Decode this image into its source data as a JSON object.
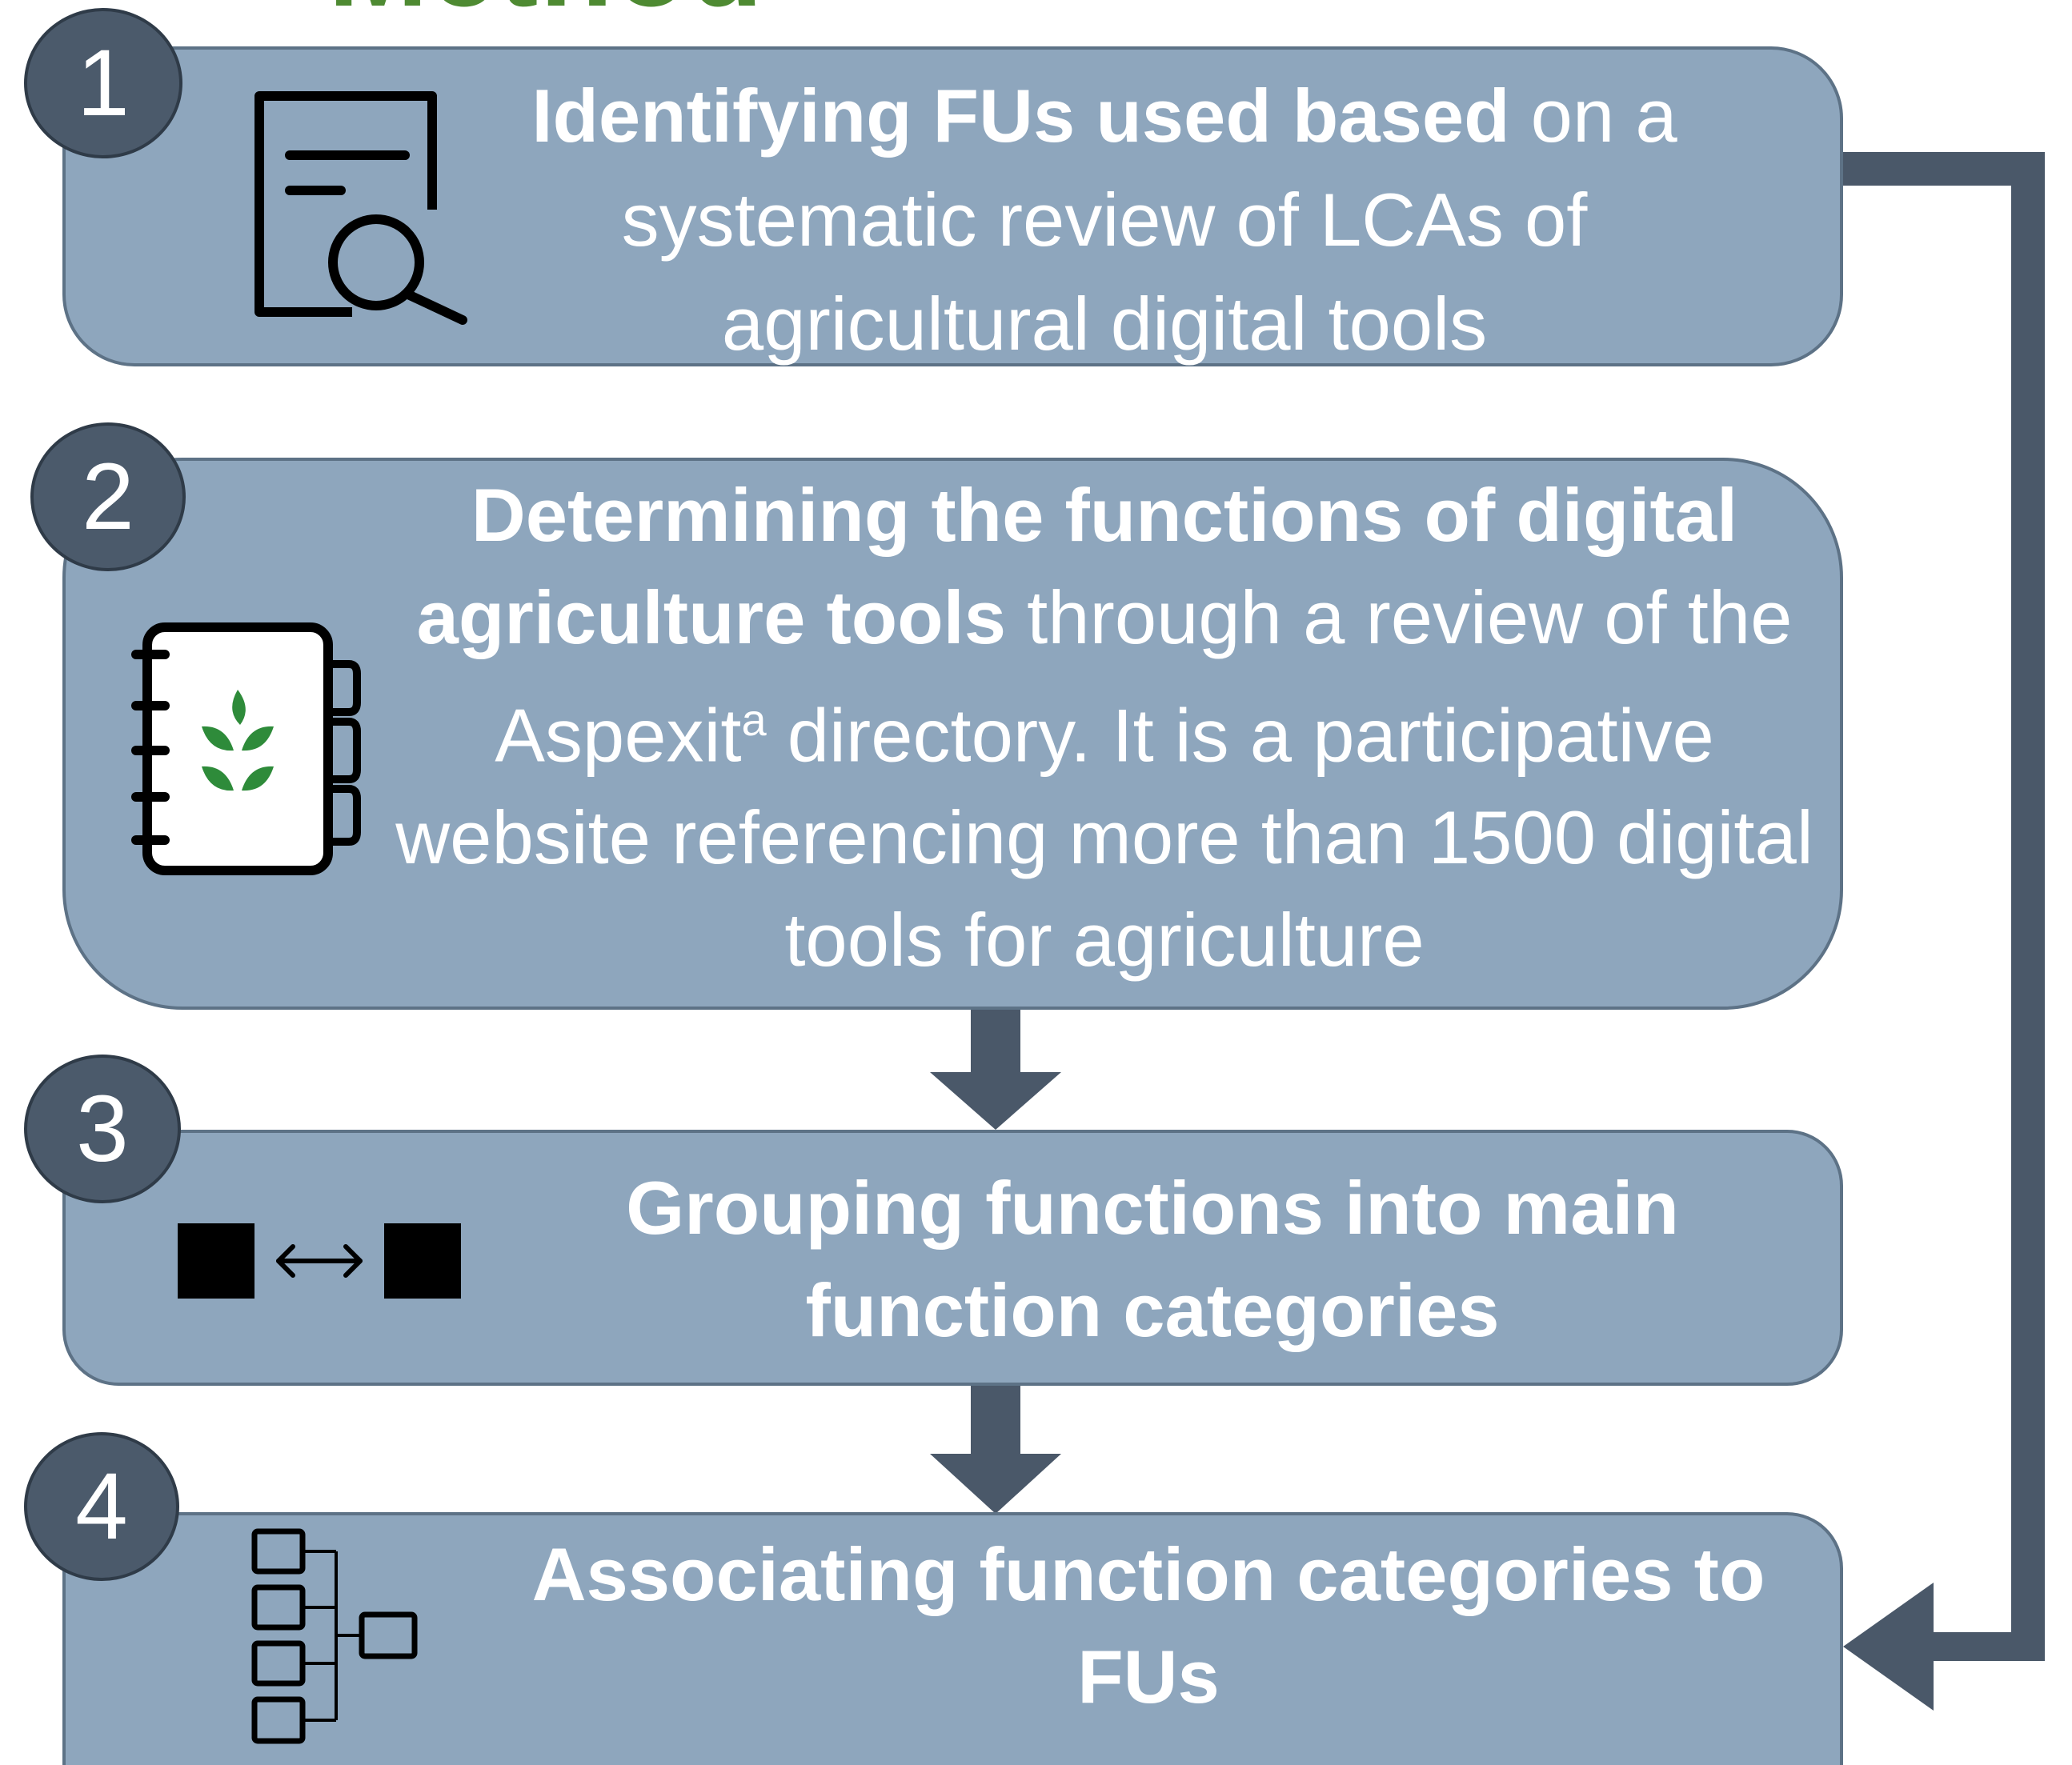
{
  "heading": "Method",
  "steps": [
    {
      "number": "1",
      "icon": "document-search-icon",
      "bold": "Identifying FUs used based",
      "rest": " on a systematic review of LCAs of agricultural digital tools"
    },
    {
      "number": "2",
      "icon": "agriculture-directory-icon",
      "bold": "Determining the functions of digital agriculture tools",
      "rest_before_sup": " through a review of the Aspexit",
      "sup": "a",
      "rest_after_sup": " directory. It is a participative website referencing more than 1500 digital tools for agriculture"
    },
    {
      "number": "3",
      "icon": "grouping-squares-icon",
      "bold": "Grouping functions into main function categories",
      "rest": ""
    },
    {
      "number": "4",
      "icon": "hierarchy-tree-icon",
      "bold": "Associating function categories to FUs",
      "rest": ""
    }
  ],
  "colors": {
    "box_fill": "#8ea6bd",
    "box_border": "#5d7286",
    "badge_fill": "#4b5a6b",
    "arrow": "#4a5869",
    "heading": "#4e8a32",
    "leaf": "#2e8b3a"
  }
}
